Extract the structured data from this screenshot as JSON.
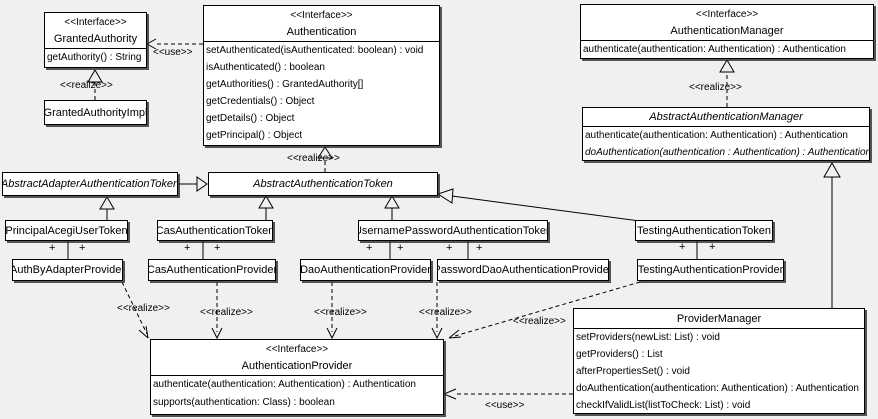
{
  "stereotypes": {
    "interface": "<<Interface>>",
    "realize": "<<realize>>",
    "use": "<<use>>"
  },
  "markers": {
    "plus": "+"
  },
  "classes": {
    "granted_authority": {
      "stereotype": "<<Interface>>",
      "name": "GrantedAuthority",
      "methods": [
        "getAuthority() : String"
      ]
    },
    "granted_authority_impl": {
      "name": "GrantedAuthorityImpl"
    },
    "authentication": {
      "stereotype": "<<Interface>>",
      "name": "Authentication",
      "methods": [
        "setAuthenticated(isAuthenticated: boolean) : void",
        "isAuthenticated() : boolean",
        "getAuthorities() : GrantedAuthority[]",
        "getCredentials() : Object",
        "getDetails() : Object",
        "getPrincipal() : Object"
      ]
    },
    "authentication_manager": {
      "stereotype": "<<Interface>>",
      "name": "AuthenticationManager",
      "methods": [
        "authenticate(authentication: Authentication) : Authentication"
      ]
    },
    "abstract_authentication_manager": {
      "name": "AbstractAuthenticationManager",
      "methods": [
        "authenticate(authentication: Authentication) : Authentication",
        "doAuthentication(authentication : Authentication) : Authentication"
      ]
    },
    "abstract_adapter_authentication_token": {
      "name": "AbstractAdapterAuthenticationToken"
    },
    "abstract_authentication_token": {
      "name": "AbstractAuthenticationToken"
    },
    "principal_acegi_user_token": {
      "name": "PrincipalAcegiUserToken"
    },
    "cas_authentication_token": {
      "name": "CasAuthenticationToken"
    },
    "username_password_authentication_token": {
      "name": "UsernamePasswordAuthenticationToken"
    },
    "testing_authentication_token": {
      "name": "TestingAuthenticationToken"
    },
    "auth_by_adapter_provider": {
      "name": "AuthByAdapterProvider"
    },
    "cas_authentication_provider": {
      "name": "CasAuthenticationProvider"
    },
    "dao_authentication_provider": {
      "name": "DaoAuthenticationProvider"
    },
    "password_dao_authentication_provider": {
      "name": "PasswordDaoAuthenticationProvider"
    },
    "testing_authentication_provider": {
      "name": "TestingAuthenticationProvider"
    },
    "authentication_provider": {
      "stereotype": "<<Interface>>",
      "name": "AuthenticationProvider",
      "methods": [
        "authenticate(authentication: Authentication) : Authentication",
        "supports(authentication: Class) : boolean"
      ]
    },
    "provider_manager": {
      "name": "ProviderManager",
      "methods": [
        "setProviders(newList: List) : void",
        "getProviders() : List",
        "afterPropertiesSet() : void",
        "doAuthentication(authentication: Authentication) : Authentication",
        "checkIfValidList(listToCheck: List) : void"
      ]
    }
  },
  "colors": {
    "background": "#f0f0f0",
    "box_fill": "#ffffff",
    "line": "#000000"
  }
}
